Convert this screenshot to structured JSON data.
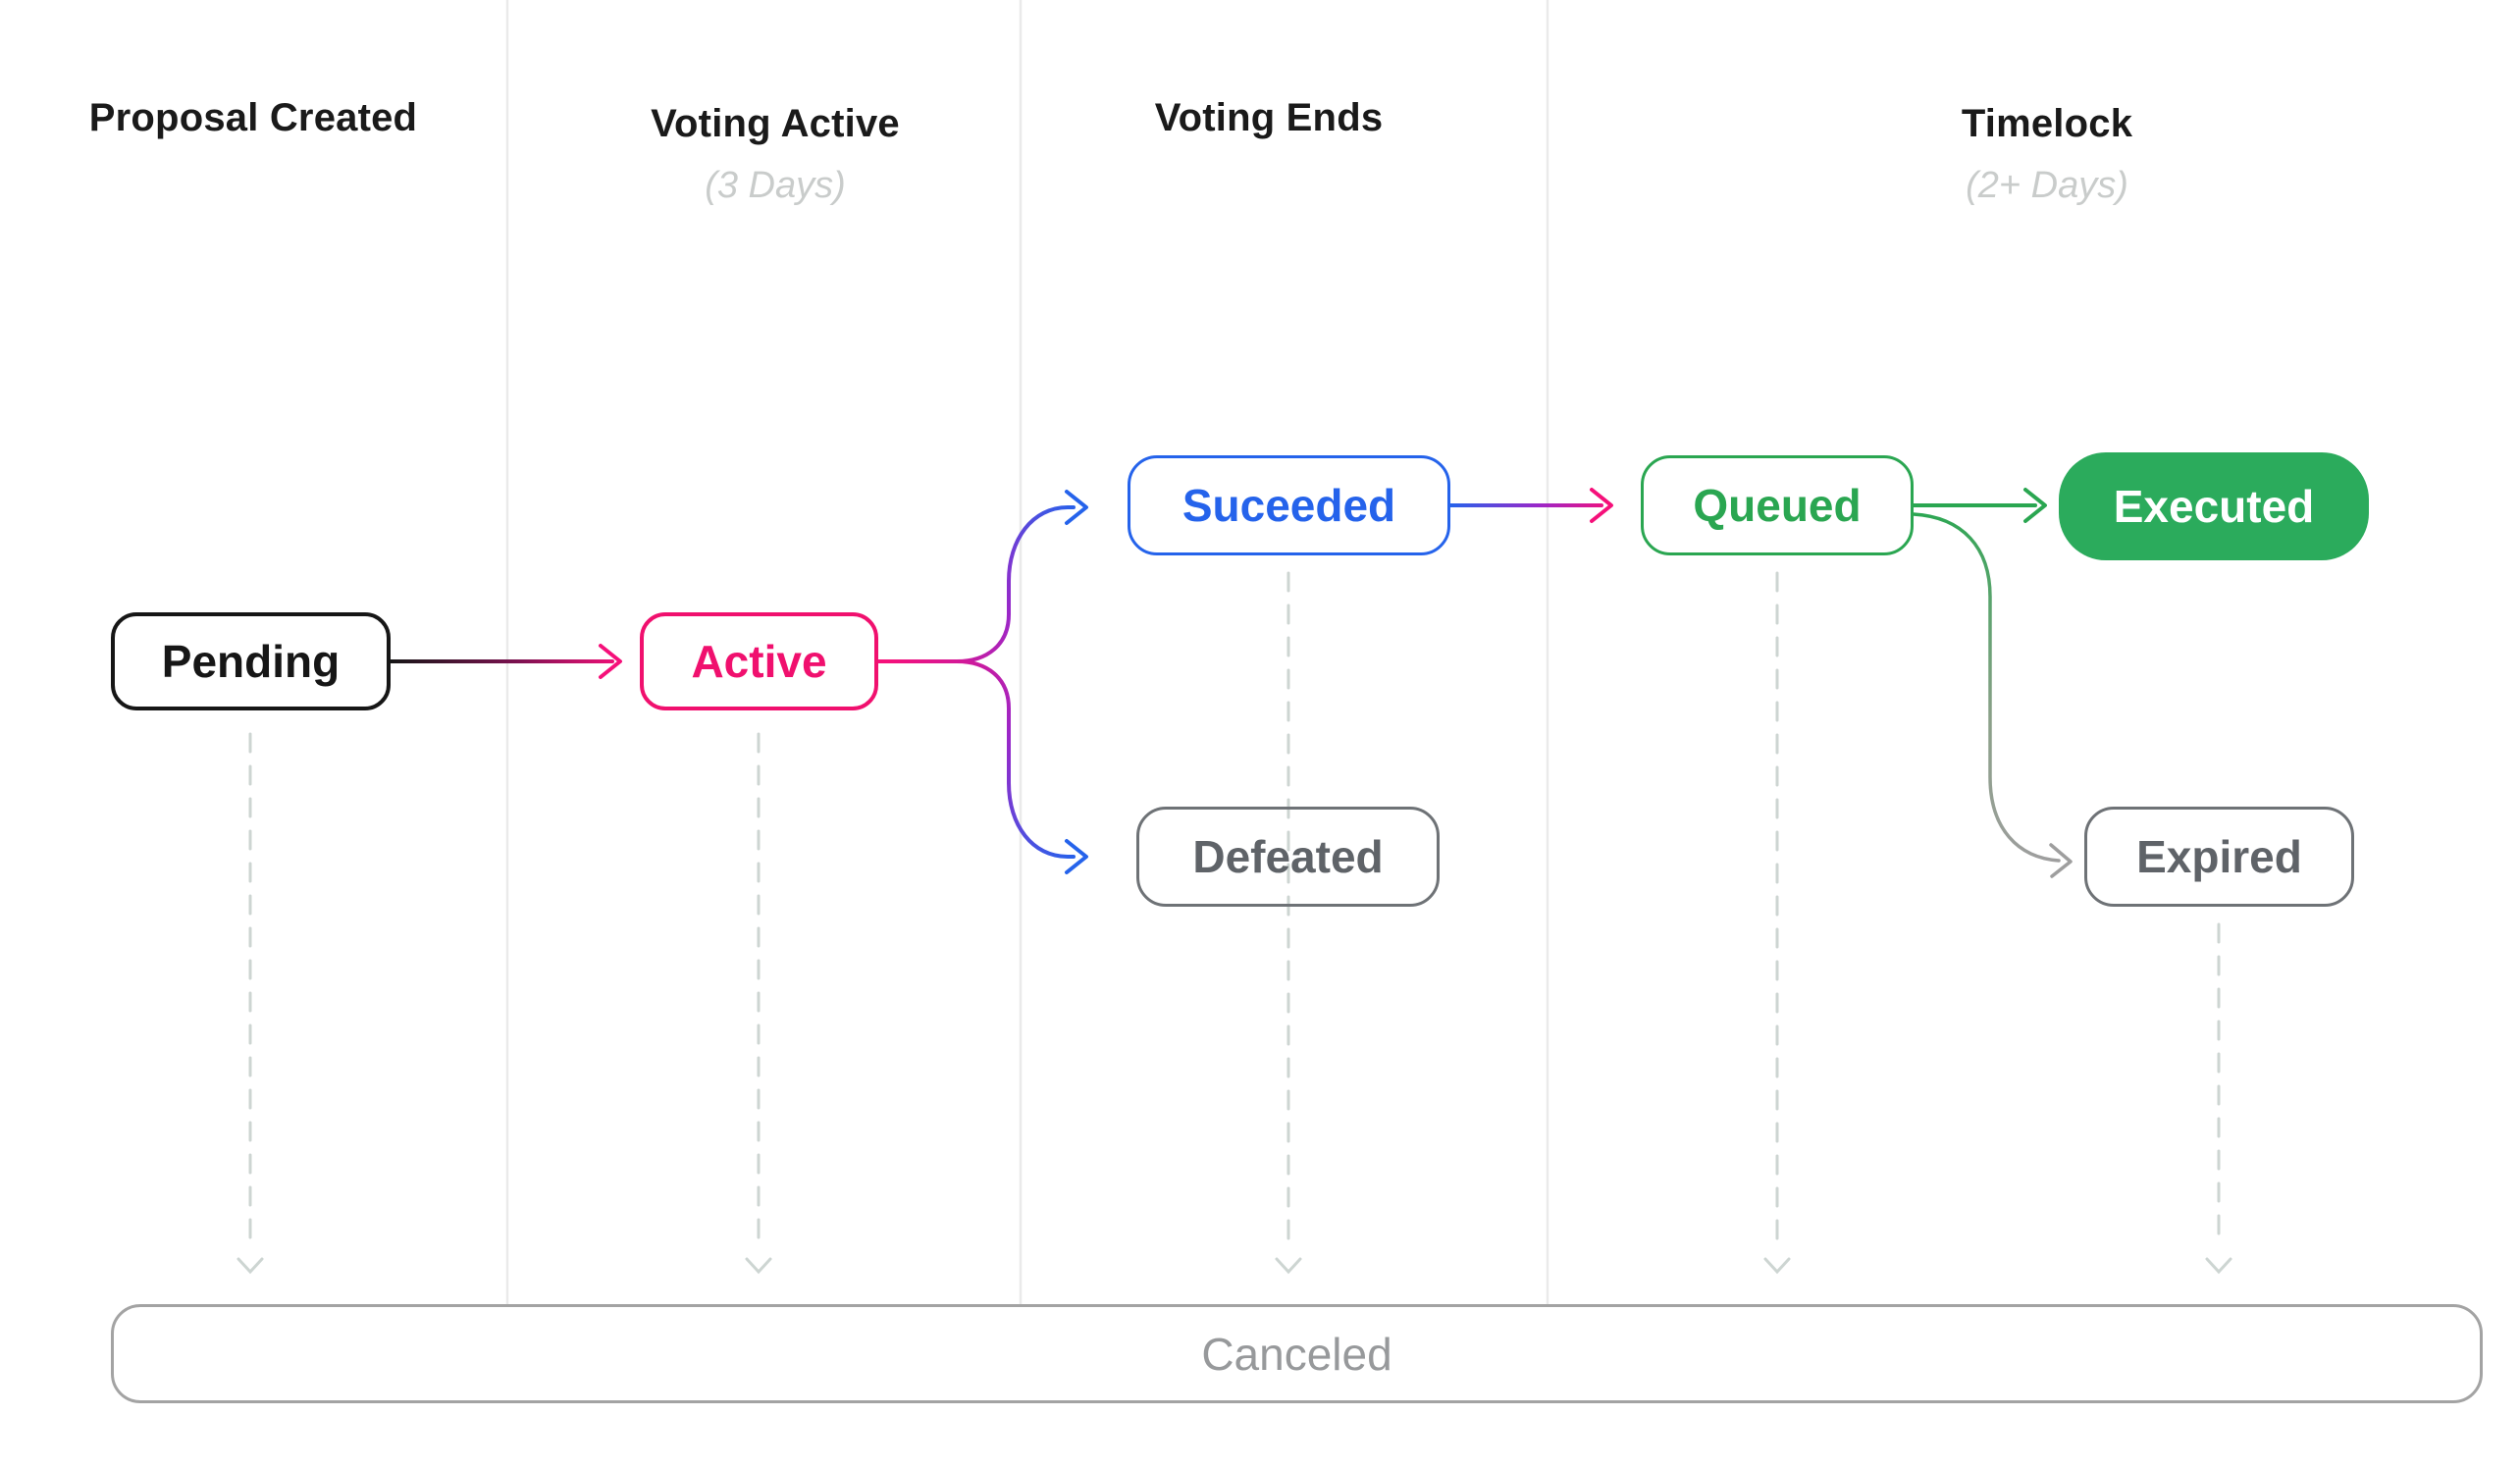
{
  "diagram": {
    "title_region": "governance proposal lifecycle flow",
    "columns": [
      {
        "label": "Proposal Created",
        "sublabel": ""
      },
      {
        "label": "Voting Active",
        "sublabel": "(3 Days)"
      },
      {
        "label": "Voting Ends",
        "sublabel": ""
      },
      {
        "label": "Timelock",
        "sublabel": "(2+ Days)"
      }
    ],
    "nodes": {
      "pending": {
        "label": "Pending"
      },
      "active": {
        "label": "Active"
      },
      "suceeded": {
        "label": "Suceeded"
      },
      "defeated": {
        "label": "Defeated"
      },
      "queued": {
        "label": "Queued"
      },
      "executed": {
        "label": "Executed"
      },
      "expired": {
        "label": "Expired"
      },
      "canceled": {
        "label": "Canceled"
      }
    },
    "edges": [
      {
        "from": "Pending",
        "to": "Active",
        "style": "solid gradient black-to-pink arrow"
      },
      {
        "from": "Active",
        "to": "Suceeded",
        "style": "curved gradient pink-to-blue arrow"
      },
      {
        "from": "Active",
        "to": "Defeated",
        "style": "curved gradient pink-to-blue arrow"
      },
      {
        "from": "Suceeded",
        "to": "Queued",
        "style": "solid gradient blue-to-pink arrow"
      },
      {
        "from": "Queued",
        "to": "Executed",
        "style": "solid green arrow"
      },
      {
        "from": "Queued",
        "to": "Expired",
        "style": "curved gradient green-to-gray arrow"
      },
      {
        "from": "Pending",
        "to": "Canceled",
        "style": "dashed gray down arrow"
      },
      {
        "from": "Active",
        "to": "Canceled",
        "style": "dashed gray down arrow"
      },
      {
        "from": "Suceeded",
        "to": "Canceled",
        "style": "dashed gray down arrow"
      },
      {
        "from": "Queued",
        "to": "Canceled",
        "style": "dashed gray down arrow"
      },
      {
        "from": "Expired",
        "to": "Canceled",
        "style": "dashed gray down arrow"
      }
    ],
    "colors": {
      "background": "#ffffff",
      "black": "#161616",
      "pink": "#f0106e",
      "blue": "#2563eb",
      "purple": "#9b27c8",
      "green_stroke": "#2aa651",
      "green_fill": "#2bab5c",
      "gray_node": "#6e7276",
      "gray_text": "#5f6368",
      "canceled_border": "#a3a3a3",
      "canceled_text": "#97999b",
      "dashed_line": "#cdd5d2",
      "column_separator": "#eaeaea",
      "subheader_text": "#c9cccb"
    }
  }
}
